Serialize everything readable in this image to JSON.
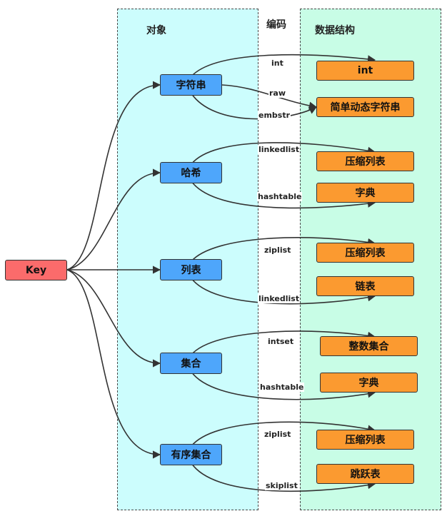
{
  "headers": {
    "objects": "对象",
    "encoding": "编码",
    "structures": "数据结构"
  },
  "key": "Key",
  "objects": [
    "字符串",
    "哈希",
    "列表",
    "集合",
    "有序集合"
  ],
  "encodings": [
    "int",
    "raw",
    "embstr",
    "linkedlist",
    "hashtable",
    "ziplist",
    "linkedlist",
    "intset",
    "hashtable",
    "ziplist",
    "skiplist"
  ],
  "structures": [
    "int",
    "简单动态字符串",
    "压缩列表",
    "字典",
    "压缩列表",
    "链表",
    "整数集合",
    "字典",
    "压缩列表",
    "跳跃表"
  ],
  "colors": {
    "key_fill": "#fb6b6b",
    "object_fill": "#4ea6fb",
    "structure_fill": "#fb9a30",
    "object_column_bg": "#ccfdfd",
    "structure_column_bg": "#c8fde6",
    "wire": "#333333"
  }
}
